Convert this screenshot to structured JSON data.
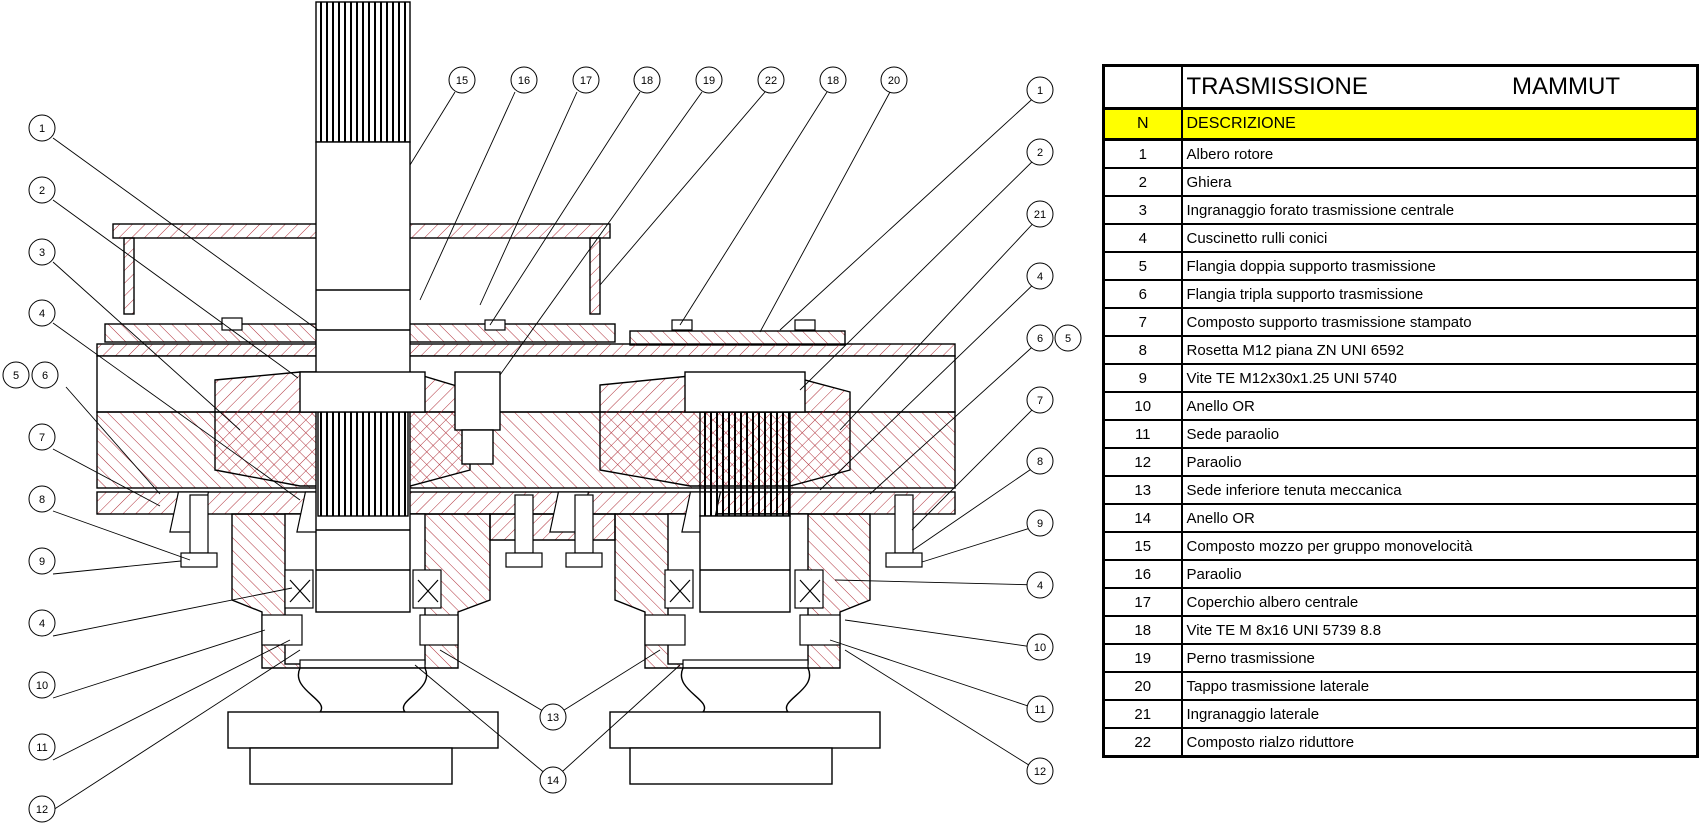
{
  "table": {
    "title": "TRASMISSIONE",
    "brand": "MAMMUT",
    "header": {
      "n": "N",
      "descrizione": "DESCRIZIONE"
    },
    "rows": [
      {
        "n": "1",
        "desc": "Albero rotore"
      },
      {
        "n": "2",
        "desc": "Ghiera"
      },
      {
        "n": "3",
        "desc": "Ingranaggio forato trasmissione centrale"
      },
      {
        "n": "4",
        "desc": "Cuscinetto rulli conici"
      },
      {
        "n": "5",
        "desc": "Flangia doppia supporto trasmissione"
      },
      {
        "n": "6",
        "desc": "Flangia tripla supporto trasmissione"
      },
      {
        "n": "7",
        "desc": "Composto supporto trasmissione stampato"
      },
      {
        "n": "8",
        "desc": "Rosetta M12 piana ZN UNI 6592"
      },
      {
        "n": "9",
        "desc": "Vite TE M12x30x1.25 UNI 5740"
      },
      {
        "n": "10",
        "desc": "Anello OR"
      },
      {
        "n": "11",
        "desc": "Sede paraolio"
      },
      {
        "n": "12",
        "desc": "Paraolio"
      },
      {
        "n": "13",
        "desc": "Sede inferiore tenuta meccanica"
      },
      {
        "n": "14",
        "desc": "Anello OR"
      },
      {
        "n": "15",
        "desc": "Composto mozzo per gruppo monovelocità"
      },
      {
        "n": "16",
        "desc": "Paraolio"
      },
      {
        "n": "17",
        "desc": "Coperchio albero centrale"
      },
      {
        "n": "18",
        "desc": "Vite TE M 8x16 UNI 5739 8.8"
      },
      {
        "n": "19",
        "desc": "Perno trasmissione"
      },
      {
        "n": "20",
        "desc": "Tappo trasmissione laterale"
      },
      {
        "n": "21",
        "desc": "Ingranaggio laterale"
      },
      {
        "n": "22",
        "desc": "Composto rialzo riduttore"
      }
    ]
  },
  "callouts": {
    "top": [
      "15",
      "16",
      "17",
      "18",
      "19",
      "22",
      "18",
      "20"
    ],
    "left": [
      "1",
      "2",
      "3",
      "4",
      "5",
      "6",
      "7",
      "8",
      "9",
      "4",
      "10",
      "11",
      "12"
    ],
    "right": [
      "1",
      "2",
      "21",
      "4",
      "6",
      "5",
      "7",
      "8",
      "9",
      "4",
      "10",
      "11",
      "12"
    ],
    "bottom": [
      "13",
      "14"
    ]
  },
  "colors": {
    "hatch": "#b0303a",
    "line": "#000000",
    "highlight": "#ffff00"
  }
}
